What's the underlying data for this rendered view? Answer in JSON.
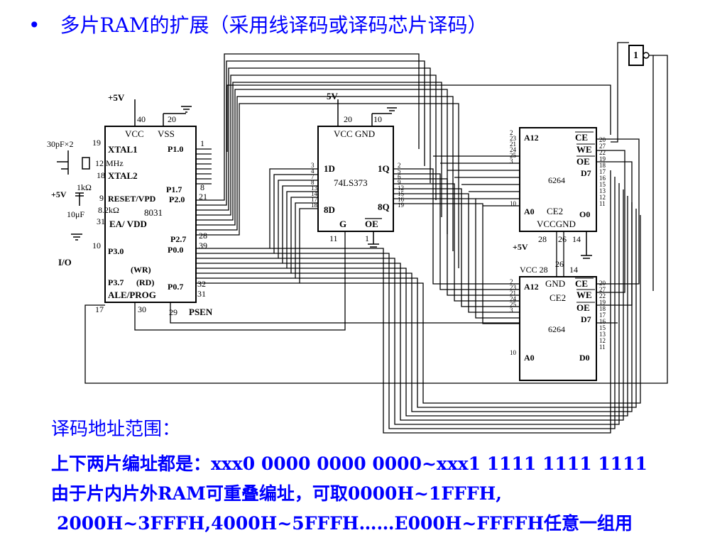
{
  "title": {
    "bullet": "•",
    "text": "多片RAM的扩展（采用线译码或译码芯片译码）"
  },
  "diagram": {
    "mcu": {
      "pin_vcc_label": "+5V",
      "pin40": "40",
      "pin20": "20",
      "vcc": "VCC",
      "vss": "VSS",
      "xtal1": "XTAL1",
      "xtal2": "XTAL2",
      "mhz": "12 MHz",
      "cap": "30pF×2",
      "pin19": "19",
      "pin18": "18",
      "pin9": "9",
      "pin31": "31",
      "pin10": "10",
      "reset": "RESET/VPD",
      "ea": "EA/ VDD",
      "model": "8031",
      "p10": "P1.0",
      "p17": "P1.7",
      "p20": "P2.0",
      "p27": "P2.7",
      "p00": "P0.0",
      "p07": "P0.7",
      "p30": "P3.0",
      "p37": "P3.7",
      "wr": "(WR)",
      "rd": "(RD)",
      "ale": "ALE/PROG",
      "p1": "1",
      "p8": "8",
      "p21": "21",
      "p28": "28",
      "p39": "39",
      "p32": "32",
      "p31pin": "31",
      "pin17": "17",
      "pin30": "30",
      "pin29": "29",
      "psen": "PSEN",
      "res1k": "1kΩ",
      "res82k": "8.2kΩ",
      "cap10": "10μF",
      "plus5": "+5V",
      "io": "I/O"
    },
    "latch": {
      "pwr": "5V",
      "pin20": "20",
      "pin10": "10",
      "vcc_gnd": "VCC GND",
      "d1": "1D",
      "d8": "8D",
      "q1": "1Q",
      "q8": "8Q",
      "model": "74LS373",
      "g": "G",
      "oe": "OE",
      "pin11": "11",
      "pin1": "1",
      "in_pins": [
        "3",
        "4",
        "7",
        "8",
        "13",
        "14",
        "17",
        "18"
      ],
      "out_pins": [
        "2",
        "5",
        "6",
        "9",
        "12",
        "15",
        "16",
        "19"
      ]
    },
    "ram1": {
      "a12": "A12",
      "a0": "A0",
      "ce": "CE",
      "we": "WE",
      "oe": "OE",
      "d7": "D7",
      "o0": "O0",
      "ce2": "CE2",
      "model": "6264",
      "vcc_gnd": "VCCGND",
      "left_pins": [
        "2",
        "23",
        "21",
        "24",
        "25",
        "3",
        "10"
      ],
      "right_pins": [
        "20",
        "27",
        "22",
        "19",
        "18",
        "17",
        "16",
        "15",
        "13",
        "12",
        "11"
      ],
      "pin28": "28",
      "pin26": "26",
      "pin14": "14",
      "plus5": "+5V"
    },
    "ram2": {
      "vcc": "VCC 28",
      "gnd": "GND",
      "a12": "A12",
      "a0": "A0",
      "ce": "CE",
      "we": "WE",
      "oe": "OE",
      "ce2": "CE2",
      "d7": "D7",
      "d0": "D0",
      "model": "6264",
      "pin26": "26",
      "pin14": "14",
      "left_pins": [
        "2",
        "23",
        "21",
        "24",
        "25",
        "3",
        "10"
      ],
      "right_pins": [
        "20",
        "27",
        "22",
        "19",
        "18",
        "17",
        "16",
        "15",
        "13",
        "12",
        "11"
      ]
    },
    "inverter": "1"
  },
  "text": {
    "range_heading": "译码地址范围：",
    "line2": "上下两片编址都是：xxx0 0000 0000 0000~xxx1 1111 1111 1111",
    "line3": "由于片内片外RAM可重叠编址，可取0000H~1FFFH,",
    "line4": "2000H~3FFFH,4000H~5FFFH……E000H~FFFFH任意一组用"
  },
  "colors": {
    "text": "#0000ff",
    "line": "#000000",
    "background": "#ffffff"
  }
}
